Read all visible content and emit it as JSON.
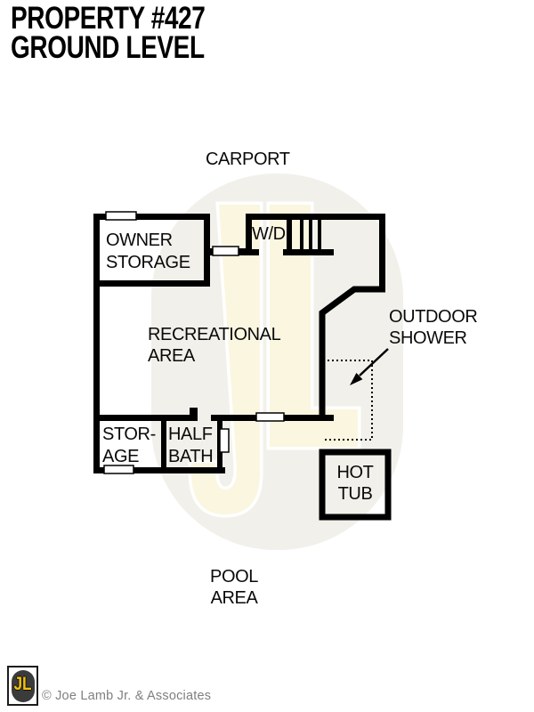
{
  "title": {
    "line1": "PROPERTY #427",
    "line2": "GROUND LEVEL"
  },
  "floor_plan": {
    "labels": {
      "carport": "CARPORT",
      "owner_storage": [
        "OWNER",
        "STORAGE"
      ],
      "wd": "W/D",
      "recreational": [
        "RECREATIONAL",
        "AREA"
      ],
      "outdoor_shower": [
        "OUTDOOR",
        "SHOWER"
      ],
      "storage": [
        "STOR-",
        "AGE"
      ],
      "half_bath": [
        "HALF",
        "BATH"
      ],
      "hot_tub": [
        "HOT",
        "TUB"
      ],
      "pool": [
        "POOL",
        "AREA"
      ]
    },
    "colors": {
      "wall": "#000000",
      "watermark_oval": "#f1f0ea",
      "watermark_letters": "#fbf6e0"
    }
  },
  "watermark": {
    "text": "JL"
  },
  "footer": {
    "logo_text": "JL",
    "copyright": "© Joe Lamb Jr. & Associates",
    "logo_colors": {
      "yellow": "#f2c10e",
      "dark": "#3b3b3b"
    }
  }
}
